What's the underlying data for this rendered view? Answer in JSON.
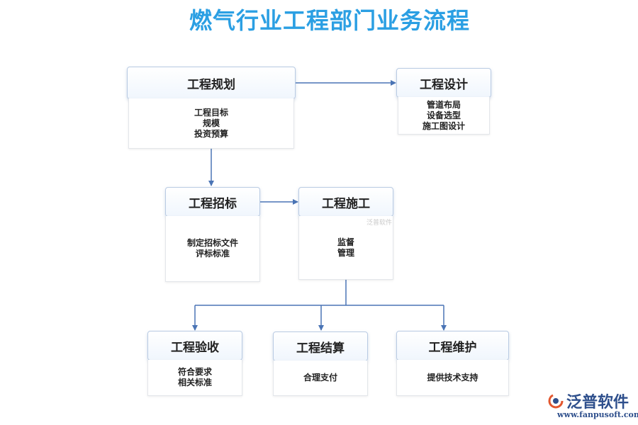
{
  "title": "燃气行业工程部门业务流程",
  "nodes": {
    "planning": {
      "label": "工程规划",
      "items": [
        "工程目标",
        "规模",
        "投资预算"
      ]
    },
    "design": {
      "label": "工程设计",
      "items": [
        "管道布局",
        "设备选型",
        "施工图设计"
      ]
    },
    "bidding": {
      "label": "工程招标",
      "items": [
        "制定招标文件",
        "评标标准"
      ]
    },
    "construction": {
      "label": "工程施工",
      "items": [
        "监督",
        "管理"
      ]
    },
    "acceptance": {
      "label": "工程验收",
      "items": [
        "符合要求",
        "相关标准"
      ]
    },
    "settlement": {
      "label": "工程结算",
      "items": [
        "合理支付"
      ]
    },
    "maintenance": {
      "label": "工程维护",
      "items": [
        "提供技术支持"
      ]
    }
  },
  "edges": [
    [
      "planning",
      "design"
    ],
    [
      "planning",
      "bidding"
    ],
    [
      "bidding",
      "construction"
    ],
    [
      "construction",
      "acceptance"
    ],
    [
      "construction",
      "settlement"
    ],
    [
      "construction",
      "maintenance"
    ]
  ],
  "watermark": "泛普软件",
  "logo": {
    "name": "泛普软件",
    "url": "www.fanpusoft.com"
  },
  "colors": {
    "title": "#2b9fe3",
    "arrow": "#4a74b5",
    "logo": "#2e4f8c"
  }
}
